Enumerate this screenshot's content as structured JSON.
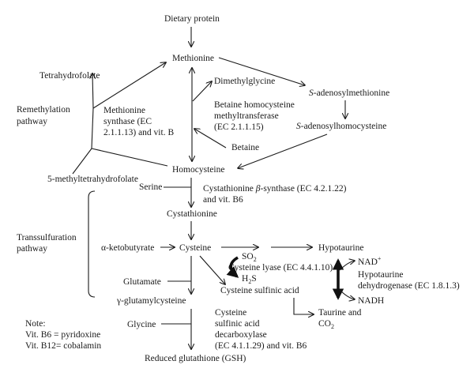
{
  "nodes": {
    "dietary_protein": "Dietary protein",
    "methionine": "Methionine",
    "tetrahydrofolate": "Tetrahydrofolate",
    "remethylation_1": "Remethylation",
    "remethylation_2": "pathway",
    "ms_1": "Methionine",
    "ms_2": "synthase (EC",
    "ms_3": "2.1.1.13) and vit. B",
    "methyltetrahydrofolate": "5-methyltetrahydrofolate",
    "dimethylglycine": "Dimethylglycine",
    "bhmt_1": "Betaine homocysteine",
    "bhmt_2": "methyltransferase",
    "bhmt_3": "(EC 2.1.1.15)",
    "betaine": "Betaine",
    "sam_prefix": "S",
    "sam_rest": "-adenosylmethionine",
    "sah_prefix": "S",
    "sah_rest": "-adenosylhomocysteine",
    "homocysteine": "Homocysteine",
    "serine": "Serine",
    "cbs_1a": "Cystathionine ",
    "cbs_beta": "β",
    "cbs_1b": "-synthase (EC 4.2.1.22)",
    "cbs_2": "and vit. B6",
    "cystathionine": "Cystathionine",
    "transsulfuration_1": "Transsulfuration",
    "transsulfuration_2": "pathway",
    "alpha_ketobutyrate": "α-ketobutyrate",
    "cysteine": "Cysteine",
    "so2_main": "SO",
    "so2_sub": "2",
    "cysteine_lyase": "Cysteine lyase (EC 4.4.1.10)",
    "h2s_main_1": "H",
    "h2s_sub": "2",
    "h2s_main_2": "S",
    "hypotaurine": "Hypotaurine",
    "nad_main": "NAD",
    "nad_sup": "+",
    "htd_1": "Hypotaurine",
    "htd_2": "dehydrogenase (EC 1.8.1.3)",
    "nadh": "NADH",
    "cysteine_sulfinic_acid": "Cysteine sulfinic acid",
    "glutamate": "Glutamate",
    "gamma_glutamylcysteine": "γ-glutamylcysteine",
    "taurine_1": "Taurine and",
    "co2_main": "CO",
    "co2_sub": "2",
    "glycine": "Glycine",
    "csad_1": "Cysteine",
    "csad_2": "sulfinic acid",
    "csad_3": "decarboxylase",
    "csad_4": "(EC 4.1.1.29) and vit. B6",
    "gsh": "Reduced glutathione (GSH)"
  },
  "note": {
    "title": "Note:",
    "line1": "Vit. B6 = pyridoxine",
    "line2": "Vit. B12= cobalamin"
  }
}
